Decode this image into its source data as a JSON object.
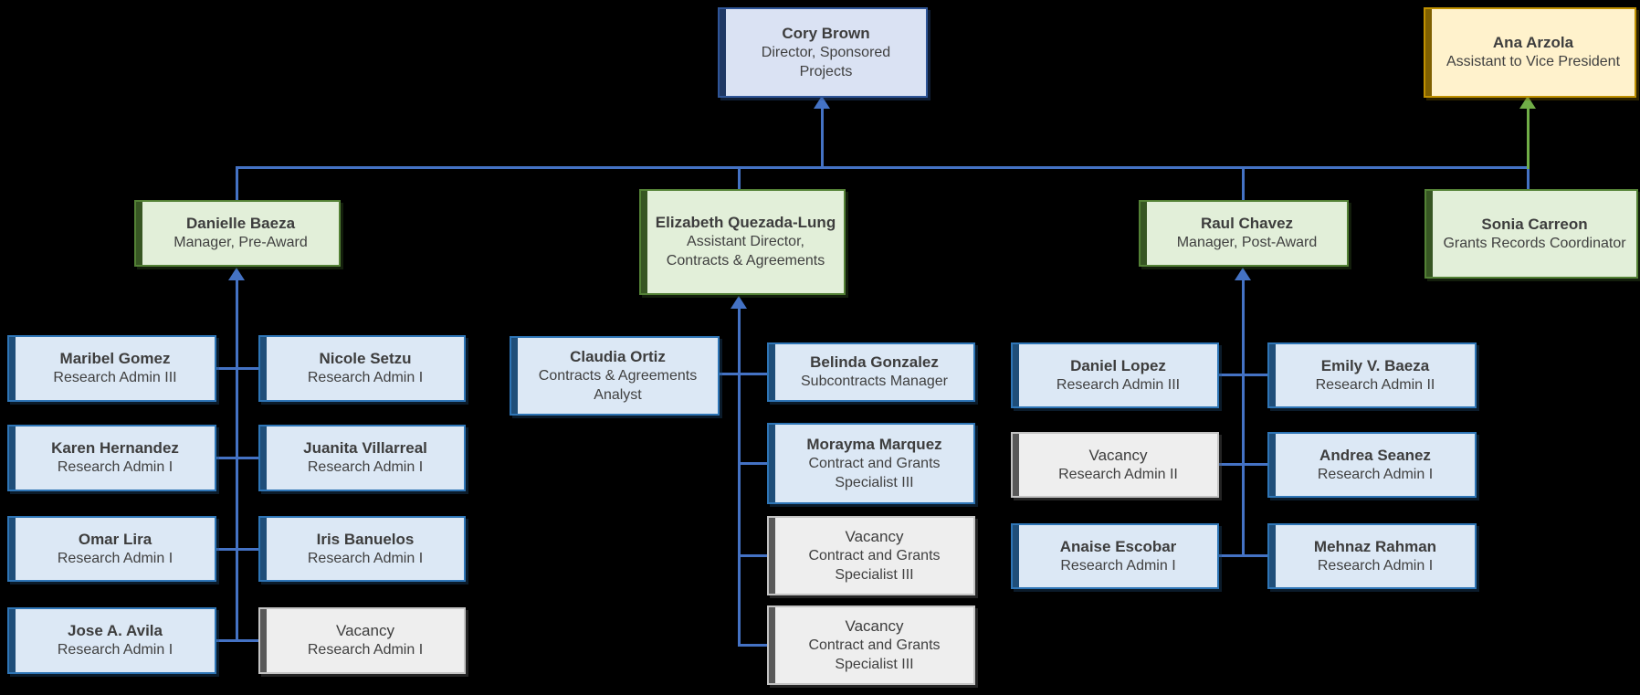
{
  "org": {
    "cory": {
      "name": "Cory Brown",
      "title": "Director, Sponsored Projects"
    },
    "ana": {
      "name": "Ana Arzola",
      "title": "Assistant to Vice President"
    },
    "danielle": {
      "name": "Danielle Baeza",
      "title": "Manager, Pre-Award"
    },
    "elizabeth": {
      "name": "Elizabeth Quezada-Lung",
      "title": "Assistant Director, Contracts & Agreements"
    },
    "raul": {
      "name": "Raul Chavez",
      "title": "Manager, Post-Award"
    },
    "sonia": {
      "name": "Sonia Carreon",
      "title": "Grants Records Coordinator"
    },
    "maribel": {
      "name": "Maribel Gomez",
      "title": "Research Admin III"
    },
    "nicole": {
      "name": "Nicole Setzu",
      "title": "Research Admin I"
    },
    "karen": {
      "name": "Karen Hernandez",
      "title": "Research Admin I"
    },
    "juanita": {
      "name": "Juanita Villarreal",
      "title": "Research Admin I"
    },
    "omar": {
      "name": "Omar Lira",
      "title": "Research Admin I"
    },
    "iris": {
      "name": "Iris Banuelos",
      "title": "Research Admin I"
    },
    "jose": {
      "name": "Jose A. Avila",
      "title": "Research Admin I"
    },
    "vacancy_pre": {
      "name": "Vacancy",
      "title": "Research Admin I"
    },
    "claudia": {
      "name": "Claudia Ortiz",
      "title": "Contracts & Agreements Analyst"
    },
    "belinda": {
      "name": "Belinda Gonzalez",
      "title": "Subcontracts Manager"
    },
    "morayma": {
      "name": "Morayma Marquez",
      "title": "Contract and Grants Specialist III"
    },
    "vacancy_cg1": {
      "name": "Vacancy",
      "title": "Contract and Grants Specialist III"
    },
    "vacancy_cg2": {
      "name": "Vacancy",
      "title": "Contract and Grants Specialist III"
    },
    "daniel": {
      "name": "Daniel Lopez",
      "title": "Research Admin III"
    },
    "emily": {
      "name": "Emily V. Baeza",
      "title": "Research Admin II"
    },
    "vacancy_post": {
      "name": "Vacancy",
      "title": "Research Admin II"
    },
    "andrea": {
      "name": "Andrea Seanez",
      "title": "Research Admin I"
    },
    "anaise": {
      "name": "Anaise Escobar",
      "title": "Research Admin I"
    },
    "mehnaz": {
      "name": "Mehnaz Rahman",
      "title": "Research Admin I"
    }
  },
  "colors": {
    "canvas_background": "#000000",
    "connector_blue": "#4472c4",
    "connector_green": "#70ad47",
    "director_fill": "#dae2f3",
    "assistant_vp_fill": "#fff2cc",
    "manager_fill": "#e2efd9",
    "staff_fill": "#dce8f5",
    "vacancy_fill": "#eeeeee",
    "text": "#3d3d3d"
  }
}
